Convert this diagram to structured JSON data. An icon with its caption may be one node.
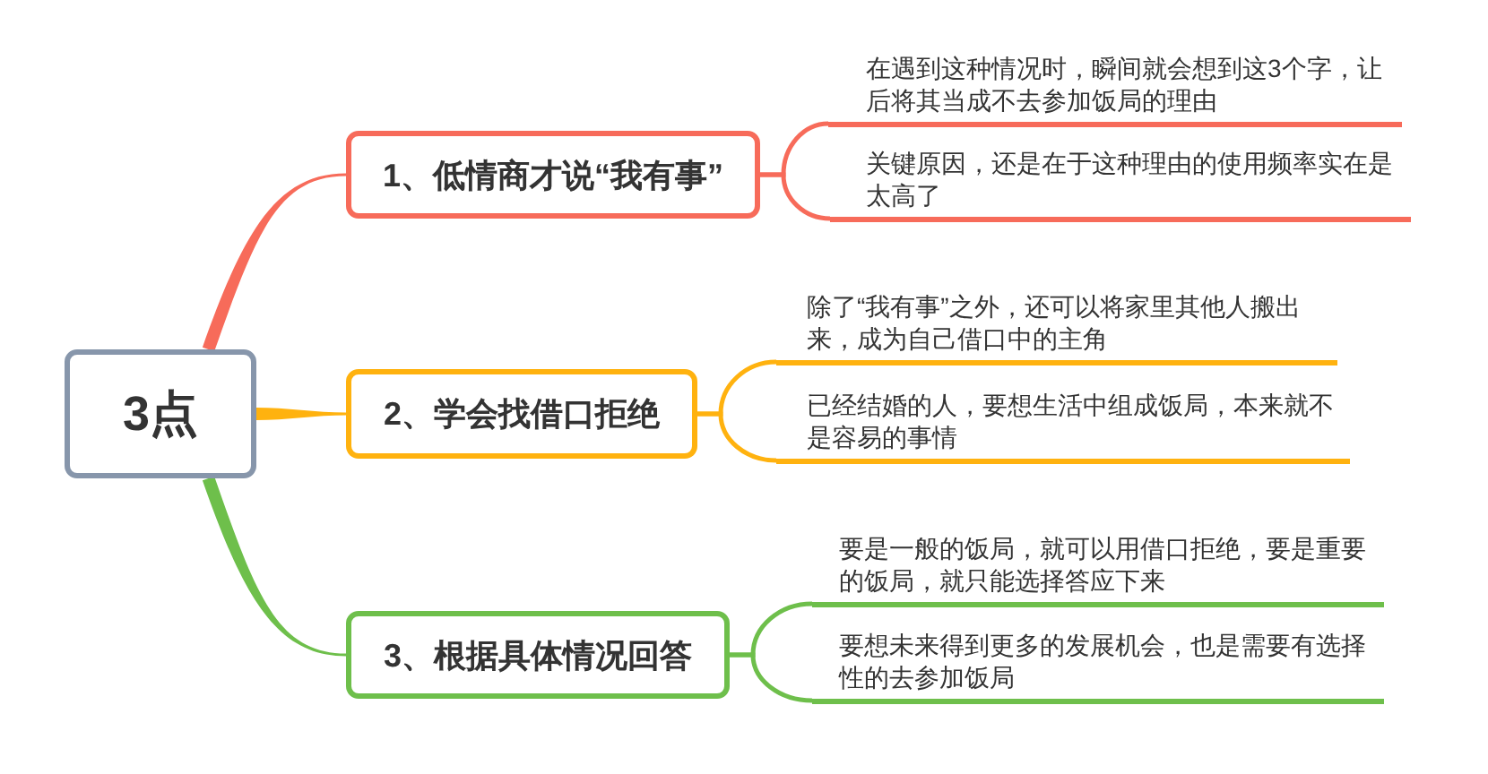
{
  "diagram": {
    "nodes": [
      {
        "text": [
          "3点"
        ]
      },
      {
        "text": [
          "1、低情商才说“我有事”"
        ]
      },
      {
        "text": [
          "在遇到这种情况时，瞬间就会想到这3个字，让后将其当成不去参加饭局的理由"
        ]
      },
      {
        "text": [
          "关键原因，还是在于这种理由的使用频率实在是太高了"
        ]
      },
      {
        "text": [
          "2、学会找借口拒绝"
        ]
      },
      {
        "text": [
          "除了“我有事”之外，还可以将家里其他人搬出来，成为自己借口中的主角"
        ]
      },
      {
        "text": [
          "已经结婚的人，要想生活中组成饭局，本来就不是容易的事情"
        ]
      },
      {
        "text": [
          "3、根据具体情况回答"
        ]
      },
      {
        "text": [
          "要是一般的饭局，就可以用借口拒绝，要是重要的饭局，就只能选择答应下来"
        ]
      },
      {
        "text": [
          "要想未来得到更多的发展机会，也是需要有选择性的去参加饭局"
        ]
      }
    ],
    "edges": [
      {
        "from": 0,
        "to": 1,
        "arrow": "none",
        "style": "thick",
        "color": "#f76b5a"
      },
      {
        "from": 1,
        "to": 2,
        "arrow": "none",
        "color": "#f76b5a"
      },
      {
        "from": 1,
        "to": 3,
        "arrow": "none",
        "color": "#f76b5a"
      },
      {
        "from": 0,
        "to": 4,
        "arrow": "none",
        "style": "thick",
        "color": "#ffb20f"
      },
      {
        "from": 4,
        "to": 5,
        "arrow": "none",
        "color": "#ffb20f"
      },
      {
        "from": 4,
        "to": 6,
        "arrow": "none",
        "color": "#ffb20f"
      },
      {
        "from": 0,
        "to": 7,
        "arrow": "none",
        "style": "thick",
        "color": "#6ebf4b"
      },
      {
        "from": 7,
        "to": 8,
        "arrow": "none",
        "color": "#6ebf4b"
      },
      {
        "from": 7,
        "to": 9,
        "arrow": "none",
        "color": "#6ebf4b"
      }
    ]
  }
}
